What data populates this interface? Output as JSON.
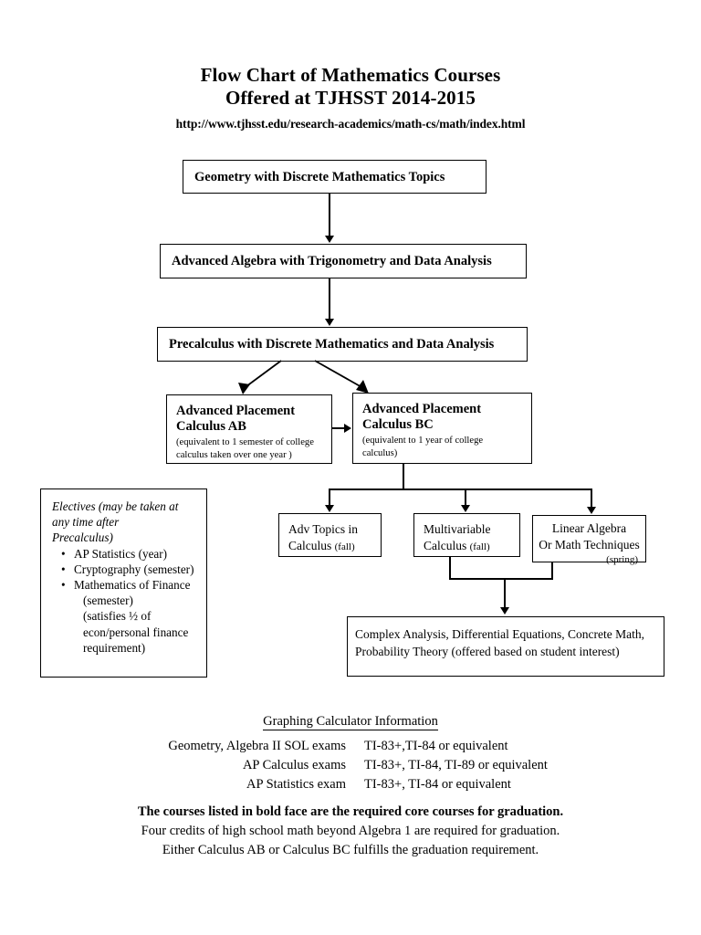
{
  "header": {
    "title_line1": "Flow Chart of Mathematics Courses",
    "title_line2": "Offered at TJHSST 2014-2015",
    "url": "http://www.tjhsst.edu/research-academics/math-cs/math/index.html"
  },
  "nodes": {
    "geometry": {
      "label": "Geometry with Discrete Mathematics Topics"
    },
    "adv_algebra": {
      "label": "Advanced Algebra with Trigonometry and Data Analysis"
    },
    "precalculus": {
      "label": "Precalculus with Discrete Mathematics and Data Analysis"
    },
    "calc_ab": {
      "title_line1": "Advanced Placement",
      "title_line2": "Calculus AB",
      "sub_line1": "(equivalent to 1 semester of college",
      "sub_line2": "calculus taken over one year )"
    },
    "calc_bc": {
      "title_line1": "Advanced Placement",
      "title_line2": "Calculus BC",
      "sub_line1": "(equivalent to 1 year of college",
      "sub_line2": "calculus)"
    },
    "adv_topics": {
      "line1": "Adv Topics in",
      "line2_main": "Calculus ",
      "line2_paren": "(fall)"
    },
    "multivariable": {
      "line1": "Multivariable",
      "line2_main": "Calculus ",
      "line2_paren": "(fall)"
    },
    "linear_algebra": {
      "line1": "Linear Algebra",
      "line2": "Or Math Techniques",
      "line3_paren": "(spring)"
    },
    "complex_analysis": {
      "line1": "Complex Analysis, Differential Equations, Concrete Math,",
      "line2": "Probability Theory (offered based on student interest)"
    }
  },
  "electives": {
    "head_line1": "Electives (may be taken at",
    "head_line2": "any time after",
    "head_line3": "Precalculus)",
    "items": [
      {
        "text": "AP Statistics (year)",
        "extra": []
      },
      {
        "text": "Cryptography (semester)",
        "extra": []
      },
      {
        "text": "Mathematics of Finance",
        "extra": [
          "(semester)",
          "(satisfies ½ of",
          "econ/personal finance",
          "requirement)"
        ]
      }
    ]
  },
  "calculator": {
    "heading": "Graphing Calculator Information",
    "rows": [
      {
        "exam": "Geometry, Algebra II SOL exams",
        "calculators": "TI-83+,TI-84 or equivalent"
      },
      {
        "exam": "AP Calculus exams",
        "calculators": "TI-83+, TI-84, TI-89 or equivalent"
      },
      {
        "exam": "AP Statistics exam",
        "calculators": "TI-83+, TI-84 or equivalent"
      }
    ]
  },
  "footnotes": {
    "line1": "The courses listed in bold face are the required core courses for graduation.",
    "line2": "Four credits of high school math beyond Algebra 1 are required for graduation.",
    "line3": "Either Calculus AB or Calculus BC fulfills the graduation requirement."
  }
}
